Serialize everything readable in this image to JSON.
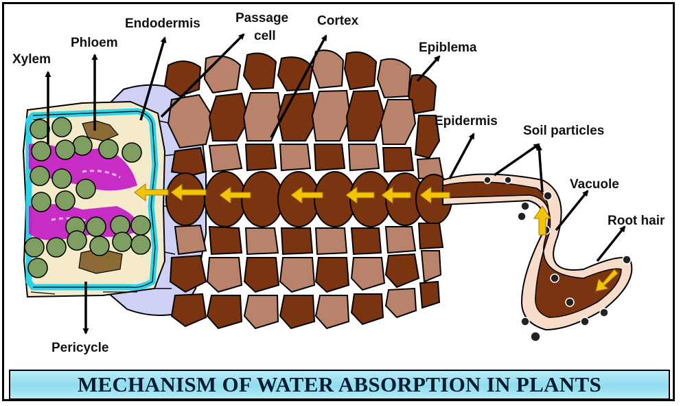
{
  "title": "MECHANISM OF WATER ABSORPTION IN PLANTS",
  "labels": {
    "xylem": "Xylem",
    "phloem": "Phloem",
    "endodermis": "Endodermis",
    "passage_cell_line1": "Passage",
    "passage_cell_line2": "cell",
    "cortex": "Cortex",
    "epiblema": "Epiblema",
    "epidermis": "Epidermis",
    "soil_particles": "Soil particles",
    "vacuole": "Vacuole",
    "root_hair": "Root hair",
    "pericycle": "Pericycle"
  },
  "colors": {
    "cortex_dark": "#7a3410",
    "cortex_light": "#b9826a",
    "xylem_fill": "#7f9e62",
    "pericycle": "#2ad3e8",
    "endodermis": "#cfd0f5",
    "stele_ground": "#f5ebcb",
    "phloem_band": "#c21cc4",
    "arrow": "#f5c400",
    "banner": "#9ee3f3"
  }
}
